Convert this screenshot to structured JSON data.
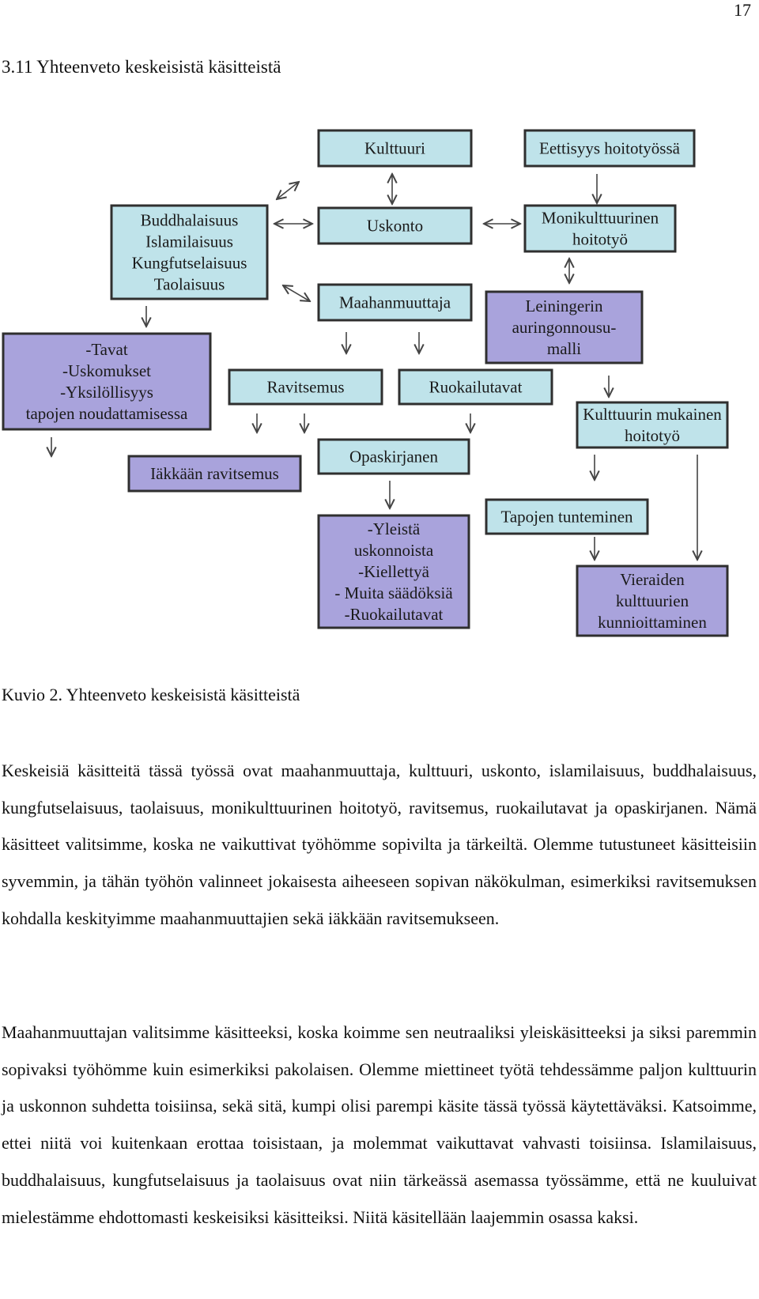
{
  "page": {
    "number": "17"
  },
  "section": {
    "title": "3.11 Yhteenveto keskeisistä käsitteistä"
  },
  "diagram": {
    "colors": {
      "light": "#bfe3ea",
      "purple": "#a9a3dc",
      "border": "#2f2f2f"
    },
    "boxes": {
      "kulttuuri": [
        "Kulttuuri"
      ],
      "eettisyys": [
        "Eettisyys hoitotyössä"
      ],
      "uskonnot": [
        "Buddhalaisuus",
        "Islamilaisuus",
        "Kungfutselaisuus",
        "Taolaisuus"
      ],
      "uskonto": [
        "Uskonto"
      ],
      "monikulttuurinen": [
        "Monikulttuurinen",
        "hoitotyö"
      ],
      "maahanmuuttaja": [
        "Maahanmuuttaja"
      ],
      "leininger": [
        "Leiningerin",
        "auringonnousu-",
        "malli"
      ],
      "tavat": [
        "-Tavat",
        "-Uskomukset",
        "-Yksilöllisyys",
        "tapojen noudattamisessa"
      ],
      "ravitsemus": [
        "Ravitsemus"
      ],
      "ruokailutavat": [
        "Ruokailutavat"
      ],
      "kulttuurin_mukainen": [
        "Kulttuurin mukainen",
        "hoitotyö"
      ],
      "iakkaan": [
        "Iäkkään ravitsemus"
      ],
      "opaskirjanen": [
        "Opaskirjanen"
      ],
      "tapojen_tunteminen": [
        "Tapojen tunteminen"
      ],
      "yleista": [
        "-Yleistä",
        "uskonnoista",
        "-Kiellettyä",
        "- Muita säädöksiä",
        "-Ruokailutavat"
      ],
      "vieraiden": [
        "Vieraiden",
        "kulttuurien",
        "kunnioittaminen"
      ]
    }
  },
  "caption": "Kuvio 2. Yhteenveto keskeisistä käsitteistä",
  "paragraphs": [
    "Keskeisiä käsitteitä tässä työssä ovat maahanmuuttaja, kulttuuri, uskonto, islamilaisuus, buddhalaisuus, kungfutselaisuus, taolaisuus, monikulttuurinen hoitotyö, ravitsemus, ruokailutavat ja opaskirjanen. Nämä käsitteet valitsimme, koska ne vaikuttivat työhömme sopivilta ja tärkeiltä. Olemme tutustuneet käsitteisiin syvemmin, ja tähän työhön valinneet jokaisesta aiheeseen sopivan näkökulman, esimerkiksi ravitsemuksen kohdalla keskityimme maahanmuuttajien sekä iäkkään ravitsemukseen.",
    "Maahanmuuttajan valitsimme käsitteeksi, koska koimme sen neutraaliksi yleiskäsitteeksi ja siksi paremmin sopivaksi työhömme kuin esimerkiksi pakolaisen. Olemme miettineet työtä tehdessämme paljon kulttuurin ja uskonnon suhdetta toisiinsa, sekä sitä, kumpi olisi parempi käsite tässä työssä käytettäväksi. Katsoimme, ettei niitä voi kuitenkaan erottaa toisistaan, ja molemmat vaikuttavat vahvasti toisiinsa. Islamilaisuus, buddhalaisuus, kungfutselaisuus ja taolaisuus ovat niin tärkeässä asemassa työssämme, että ne kuuluivat mielestämme ehdottomasti keskeisiksi käsitteiksi. Niitä käsitellään laajemmin osassa kaksi."
  ]
}
